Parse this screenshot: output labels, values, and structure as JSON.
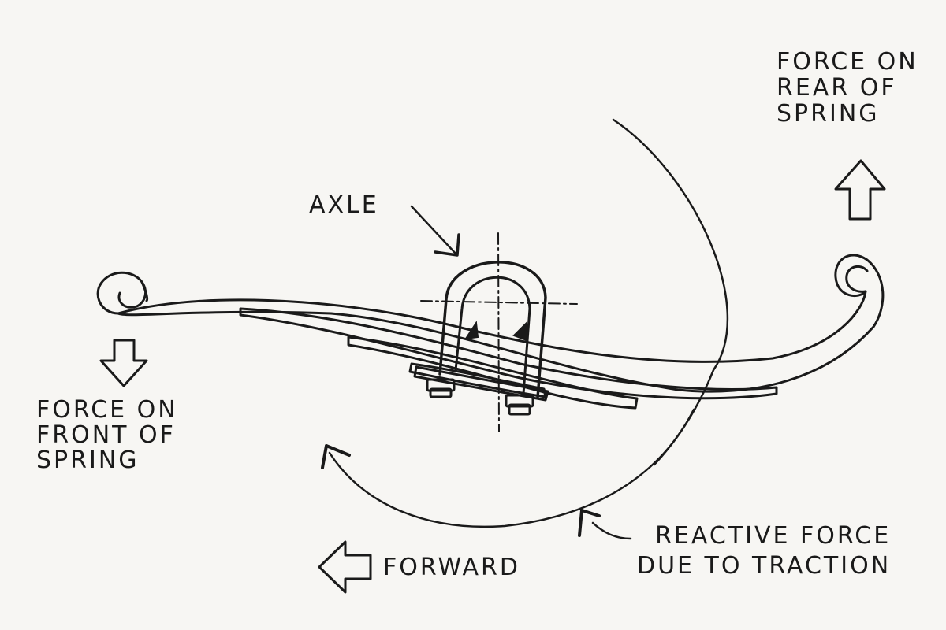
{
  "labels": {
    "force_rear": [
      "FORCE ON",
      "REAR OF",
      "SPRING"
    ],
    "axle": "AXLE",
    "force_front": [
      "FORCE ON",
      "FRONT OF",
      "SPRING"
    ],
    "reactive": [
      "REACTIVE FORCE",
      "DUE TO TRACTION"
    ],
    "forward": "FORWARD"
  },
  "colors": {
    "ink": "#1a1a1a",
    "paper": "#f7f6f3"
  },
  "icons": {
    "rear_arrow": "up-arrow-icon",
    "front_arrow": "down-arrow-icon",
    "forward_arrow": "left-arrow-icon"
  }
}
